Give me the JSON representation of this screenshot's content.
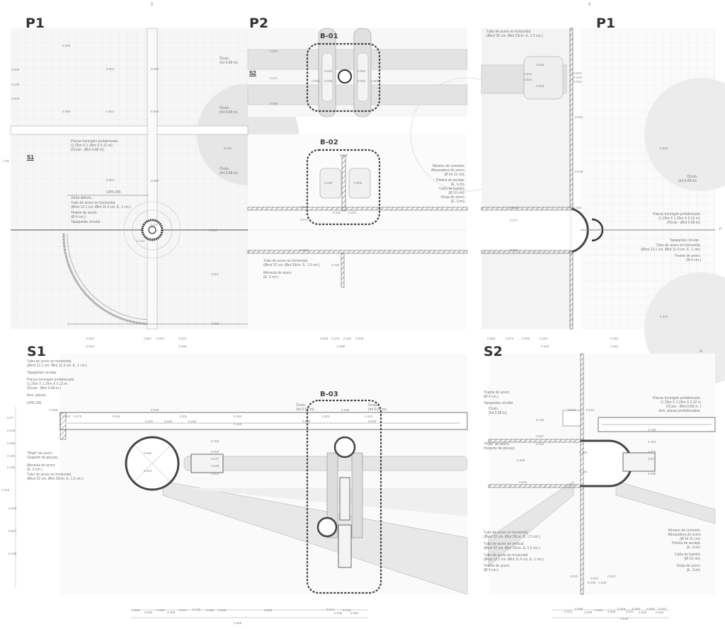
{
  "titles": {
    "p1_left": "P1",
    "p2": "P2",
    "p1_right": "P1",
    "s1": "S1",
    "s2": "S2",
    "b01": "B-01",
    "b02": "B-02",
    "b03": "B-03",
    "mark_s1": "S1",
    "mark_s2": "S2"
  },
  "axes": {
    "a5": "5",
    "a6": "6",
    "f_right": "F",
    "a_s2": "A"
  },
  "p1_left": {
    "notes": [
      [
        "Placas hormigón prefabricado.",
        "(1.25m X 1.25m X 0.12 m).",
        "(Óculo - Øint 0.68 m)."
      ],
      [
        "UPN 200."
      ],
      [
        "Junta abierta ."
      ],
      [
        "Tubo de acero en horizontal.",
        "(Øext 12.1 cm. Øint 11.4 cm. E. 1 cm.)"
      ],
      [
        "Tirante de acero.",
        "(Ø 4 cm.)"
      ],
      [
        "Tapajuntas circular ."
      ],
      [
        "Óculo.",
        "(Int 0.68 m)."
      ],
      [
        "Óculo.",
        "(Int 0.68 m)."
      ],
      [
        "Óculo.",
        "(Int 0.68 m)."
      ]
    ],
    "dims": [
      "0.059",
      "0.561",
      "0.008",
      "0.059",
      "0.561",
      "0.008",
      "0.561",
      "0.008",
      "0.342",
      "0.008",
      "0.561",
      "0.659",
      "0.114",
      "0.007",
      "0.114",
      "0.059",
      "0.100",
      "0.926",
      "1.25",
      "0.557",
      "0.067",
      "0.047",
      "0.201",
      "0.624",
      "0.288"
    ]
  },
  "p2": {
    "notes": [
      [
        "Mortero de cemento.",
        "Abrazadera de acero.",
        "(Ø int 11 cm)."
      ],
      [
        "Pletina de anclaje.",
        "(E. 1cm)."
      ],
      [
        "Caña de bambú.",
        "(Ø 10 cm)."
      ],
      [
        "Oreja de acero.",
        "(E. 1cm)."
      ],
      [
        "Tubo de acero en horizontal.",
        "(Øext 32 cm. Øint 29cm. E. 1.5 cm.)"
      ],
      [
        "Ménsula de acero",
        "(E. 3 cm.)"
      ]
    ],
    "dims": [
      "0.091",
      "0.117",
      "0.089",
      "0.094",
      "0.094",
      "0.005",
      "0.005",
      "0.005",
      "0.005",
      "0.010",
      "0.005",
      "0.005",
      "0.010",
      "0.010",
      "0.015",
      "0.277",
      "0.015",
      "0.018",
      "0.049",
      "0.100",
      "0.100",
      "0.049",
      "0.298"
    ]
  },
  "p1_right": {
    "notes": [
      [
        "Tubo de acero en horizontal.",
        "(Øext 32 cm. Øint 29cm. E. 1.5 cm.)"
      ],
      [
        "Placas hormigón prefabricado.",
        "(1.25m X 1.25m X 0.12 m).",
        "(Óculo - Øint 0.68 m)."
      ],
      [
        "Tapajuntas circular ."
      ],
      [
        "Tubo de acero en horizontal.",
        "(Øext 12.1 cm. Øint 11.4 cm. E. 1 cm)."
      ],
      [
        "Tirante de acero.",
        "(Ø 4 cm.)"
      ],
      [
        "Óculo.",
        "(Int 0.68 m)."
      ]
    ],
    "dims": [
      "0.005",
      "0.041",
      "0.044",
      "0.005",
      "0.010",
      "0.010",
      "0.010",
      "0.015",
      "0.015",
      "0.015",
      "0.277",
      "0.015",
      "0.015",
      "0.342",
      "0.342",
      "0.050",
      "0.074",
      "0.090",
      "0.154",
      "0.291",
      "0.419",
      "0.291"
    ]
  },
  "s1": {
    "notes": [
      [
        "Tubo de acero en horizontal.",
        "(Øext 12.1 cm. Øint 11.4 cm. E. 1 cm.)"
      ],
      [
        "Tapajuntas circular ."
      ],
      [
        "Placas hormigón prefabricado.",
        "(1.25m X 1.25m X 0.12 m",
        "(Óculo - Øint 0.68 m.)"
      ],
      [
        "Arm. placas."
      ],
      [
        "UPN 200."
      ],
      [
        "\"Platti\" de acero.",
        "(Soporte de placas)."
      ],
      [
        "Ménsula de acero",
        "(E. 3 cm.)"
      ],
      [
        "Tubo de acero en horizontal.",
        "(Øext 32 cm. Øint 29cm. E. 1.5 cm.)"
      ],
      [
        "Óculo.",
        "(Int 0.68 m)."
      ],
      [
        "Óculo.",
        "(Int 0.68 m)."
      ]
    ],
    "dims": [
      "0.008",
      "0.040",
      "0.078",
      "0.449",
      "0.040",
      "0.008",
      "0.201",
      "0.040",
      "0.040",
      "0.482",
      "0.100",
      "0.201",
      "0.008",
      "0.201",
      "0.040",
      "0.040",
      "0.285",
      "0.315",
      "0.153",
      "0.005",
      "0.047",
      "0.048",
      "0.005",
      "0.07",
      "0.106",
      "0.058",
      "0.100",
      "0.139",
      "1.019",
      "0.260",
      "0.067",
      "0.198",
      "0.095",
      "0.062",
      "0.059",
      "0.059",
      "0.047",
      "0.122",
      "0.095",
      "0.069",
      "0.659",
      "0.044",
      "0.036",
      "0.045",
      "0.053",
      "1.505"
    ]
  },
  "s2": {
    "notes": [
      [
        "Tirante de acero.",
        "(Ø 4 cm.)"
      ],
      [
        "Tapajuntas circular ."
      ],
      [
        "Óculo.",
        "(Int 0.68 m)."
      ],
      [
        "Placas hormigón prefabricado.",
        "(1.25m X 1.25m X 0.12 m",
        "(Óculo - Øint 0.68 m. )"
      ],
      [
        "Arm. placas prefabricadas."
      ],
      [
        "\"Platti\" de acero.",
        "(Soporte de placas)."
      ],
      [
        "Tubo de acero en horizontal.",
        "(Øext 32 cm. Øint 29cm. E. 1.5 cm.)"
      ],
      [
        "Tubo de acero en vertical.",
        "(Øext 32 cm. Øint 29cm. E. 1.5 cm.)"
      ],
      [
        "Tubo de acero en horizontal.",
        "(Øext 12.1 cm. Øint 11.4 cm. E. 1 cm.)"
      ],
      [
        "Tirante de acero.",
        "(Ø 4 cm.)"
      ],
      [
        "Mortero de cemento.",
        "Abrazadera de acero",
        "(Ø int 11 cm)."
      ],
      [
        "Pletina de anclaje.",
        "(E. 1cm)."
      ],
      [
        "Caña de bambú.",
        "(Ø 10 cm)."
      ],
      [
        "Oreja de acero.",
        "(E. 1cm)."
      ]
    ],
    "dims": [
      "0.010",
      "0.016",
      "0.120",
      "0.047",
      "0.015",
      "0.120",
      "0.153",
      "0.005",
      "0.047",
      "0.005",
      "0.285",
      "0.286",
      "0.316",
      "0.015",
      "0.010",
      "0.037",
      "0.036",
      "0.038",
      "0.010",
      "0.031",
      "0.068",
      "0.059",
      "0.062",
      "0.096",
      "0.048",
      "0.047",
      "0.050",
      "0.025",
      "0.095",
      "0.022",
      "0.047",
      "0.649"
    ]
  },
  "colors": {
    "line": "#555555",
    "grid": "#dddddd",
    "fill": "#ececec",
    "dashed": "#444444"
  }
}
